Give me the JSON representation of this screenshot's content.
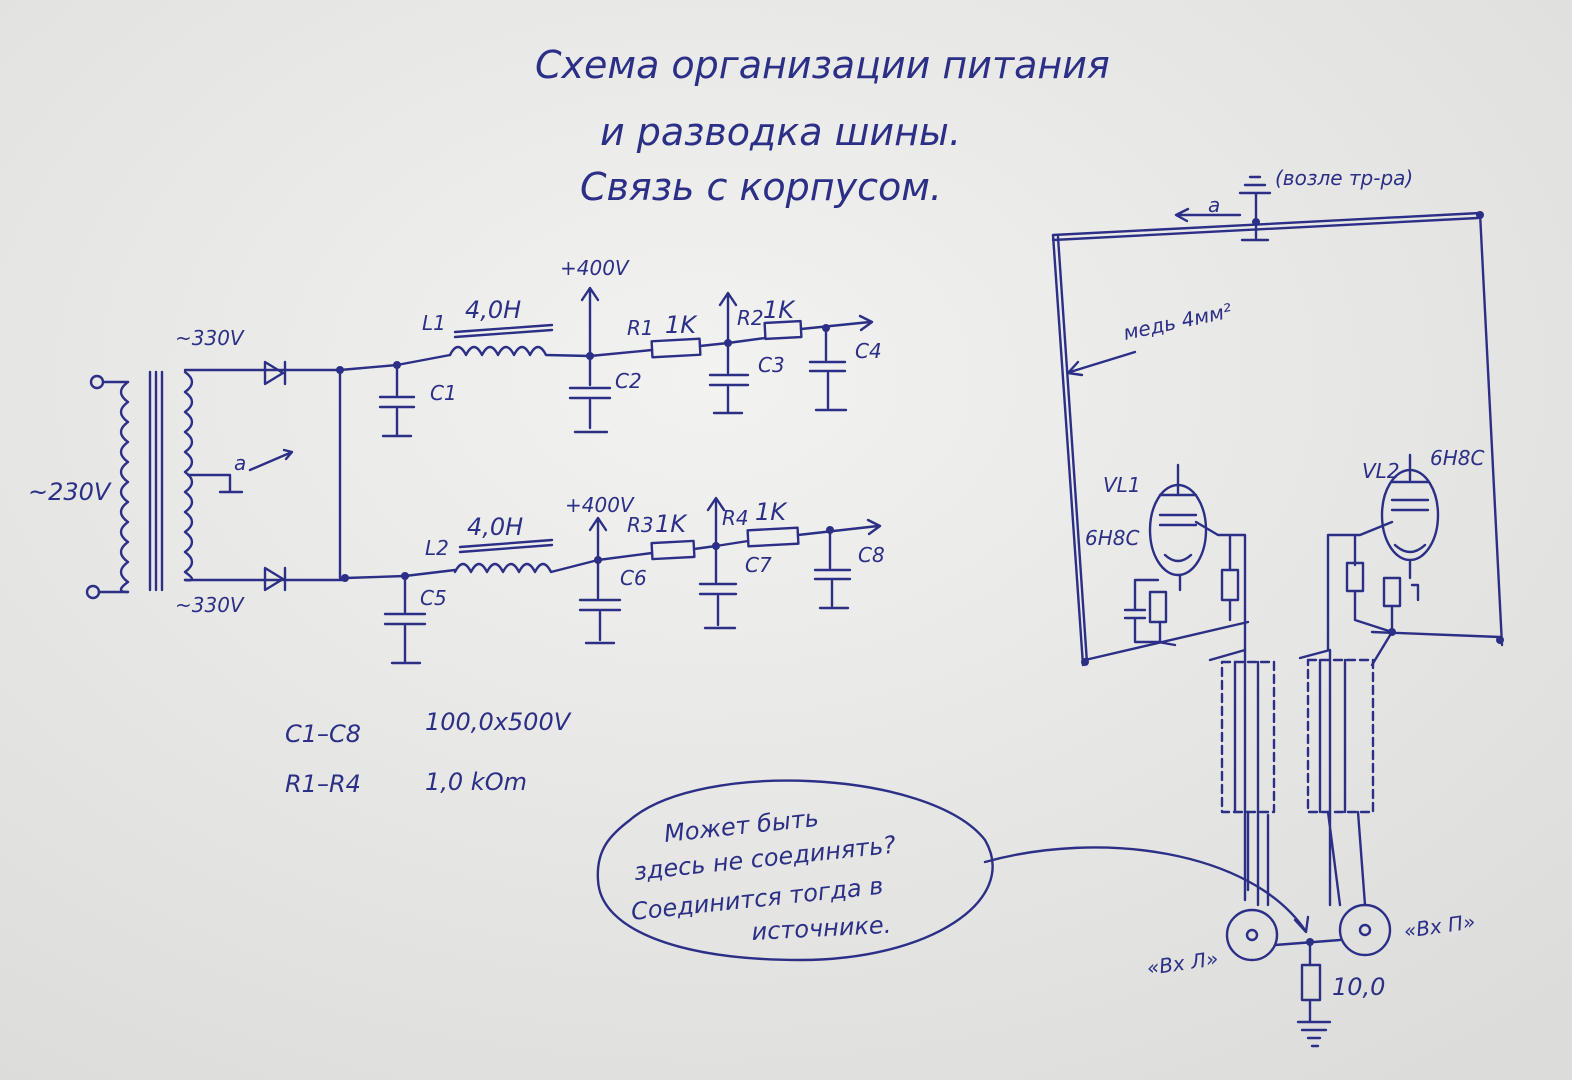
{
  "title": {
    "line1": "Схема организации питания",
    "line2": "и разводка шины.",
    "line3": "Связь с корпусом."
  },
  "power_supply": {
    "mains": "~230V",
    "secondary_top": "~330V",
    "secondary_bottom": "~330V",
    "center_tap_label": "a",
    "top_rail": {
      "inductor": "L1",
      "inductance": "4,0H",
      "voltage": "+400V",
      "r1": "R1",
      "r1_value": "1K",
      "r2": "R2",
      "r2_value": "1K",
      "caps": [
        "C1",
        "C2",
        "C3",
        "C4"
      ]
    },
    "bottom_rail": {
      "inductor": "L2",
      "inductance": "4,0H",
      "voltage": "+400V",
      "r3": "R3",
      "r3_value": "1K",
      "r4": "R4",
      "r4_value": "1K",
      "caps": [
        "C5",
        "C6",
        "C7",
        "C8"
      ]
    }
  },
  "parts_list": [
    {
      "ref": "C1–C8",
      "value": "100,0x500V"
    },
    {
      "ref": "R1–R4",
      "value": "1,0 kOm"
    }
  ],
  "chassis": {
    "ground_note": "(возле тр-ра)",
    "ground_label": "a",
    "bus_note": "медь 4мм²",
    "tube_left": {
      "ref": "VL1",
      "type": "6Н8С"
    },
    "tube_right": {
      "ref": "VL2",
      "type": "6Н8С"
    },
    "input_left": "«Вх Л»",
    "input_right": "«Вх П»",
    "resistor_value": "10,0"
  },
  "note_bubble": {
    "line1": "Может быть",
    "line2": "здесь не соединять?",
    "line3": "Соединится тогда в",
    "line4": "источнике."
  },
  "colors": {
    "ink": "#2b2f86",
    "paper": "#e9e9e7"
  }
}
